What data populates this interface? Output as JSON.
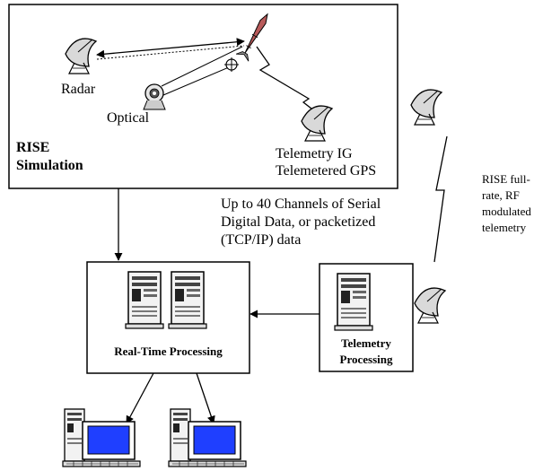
{
  "simulation": {
    "title_line1": "RISE",
    "title_line2": "Simulation",
    "radar_label": "Radar",
    "optical_label": "Optical",
    "telemetry_line1": "Telemetry IG",
    "telemetry_line2": "Telemetered GPS"
  },
  "data_link": {
    "line1": "Up to 40 Channels of Serial",
    "line2": "Digital Data, or packetized",
    "line3": "(TCP/IP) data"
  },
  "rf_link": {
    "line1": "RISE full-",
    "line2": "rate, RF",
    "line3": "modulated",
    "line4": "telemetry"
  },
  "realtime": {
    "label": "Real-Time Processing"
  },
  "telemetry_processing": {
    "line1": "Telemetry",
    "line2": "Processing"
  },
  "colors": {
    "screen": "#1f3fff",
    "line": "#000000",
    "background": "#ffffff",
    "server": "#d9d9d9",
    "missile": "#b85a5a"
  }
}
